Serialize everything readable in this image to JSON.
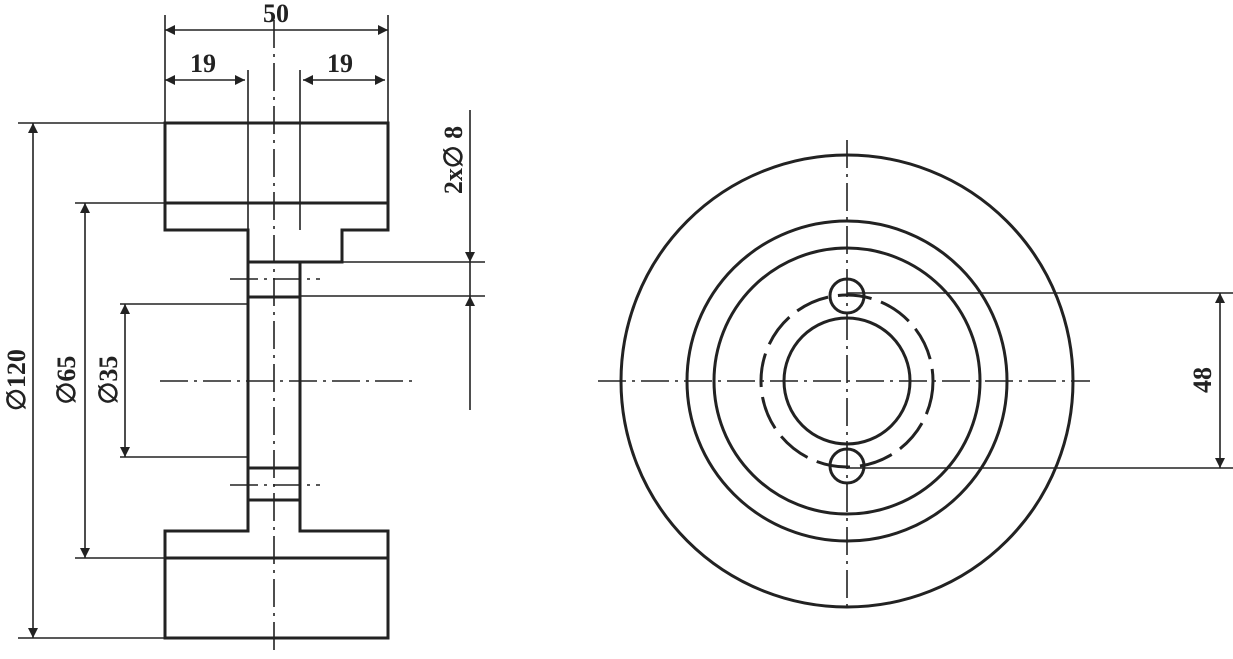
{
  "drawing": {
    "width_total": "50",
    "width_left": "19",
    "width_right": "19",
    "holes": "2x∅ 8",
    "dia_outer": "∅120",
    "dia_mid": "∅65",
    "dia_bore": "∅35",
    "bolt_circle": "48"
  }
}
